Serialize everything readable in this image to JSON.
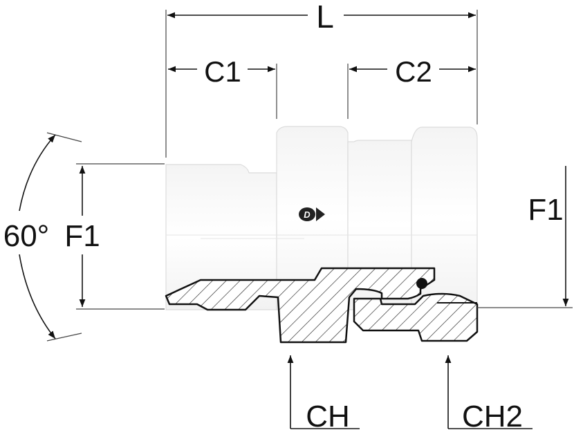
{
  "labels": {
    "length": "L",
    "c1": "C1",
    "c2": "C2",
    "angle": "60°",
    "f1_left": "F1",
    "f1_right": "F1",
    "ch": "CH",
    "ch2": "CH2"
  },
  "logo": {
    "icon": "dunlop-logo-icon",
    "letter": "D"
  },
  "colors": {
    "line": "#111111",
    "body": "#ffffff",
    "logo": "#222222"
  }
}
